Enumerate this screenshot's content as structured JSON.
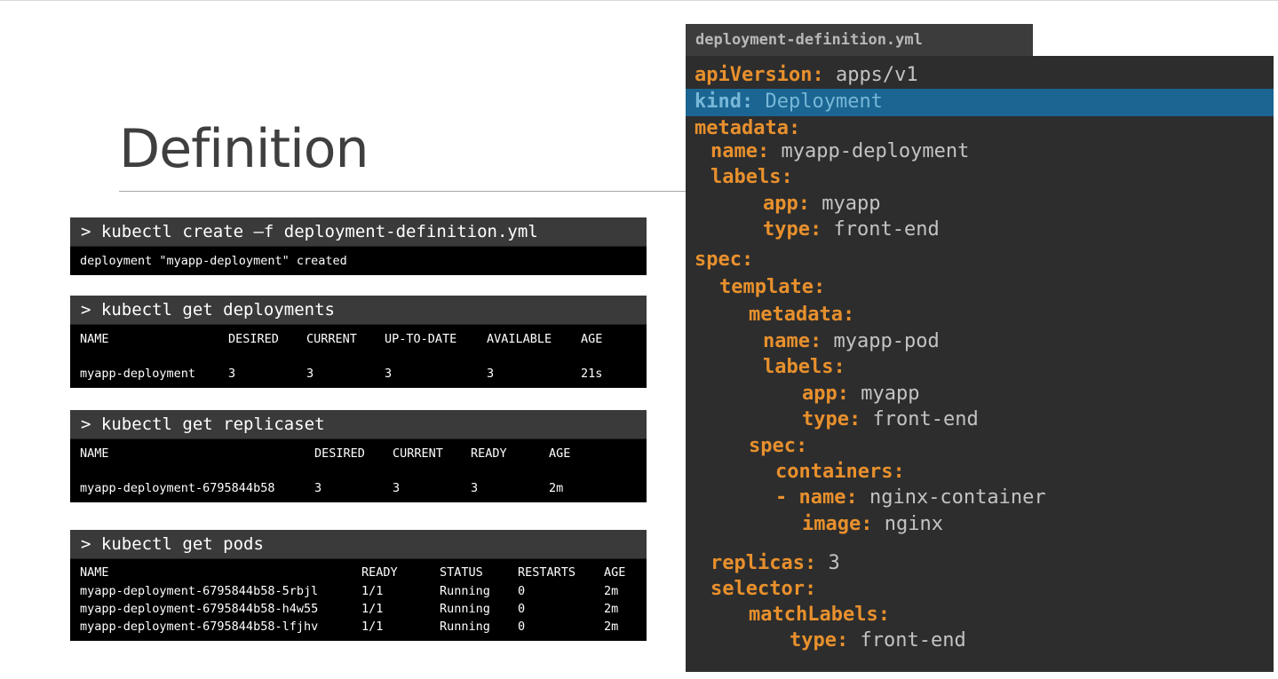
{
  "slide": {
    "title": "Definition"
  },
  "terminal_1": {
    "command": "> kubectl create –f deployment-definition.yml",
    "output": "deployment \"myapp-deployment\" created"
  },
  "terminal_2": {
    "command": "> kubectl get deployments",
    "headers": [
      "NAME",
      "DESIRED",
      "CURRENT",
      "UP-TO-DATE",
      "AVAILABLE",
      "AGE"
    ],
    "rows": [
      [
        "myapp-deployment",
        "3",
        "3",
        "3",
        "3",
        "21s"
      ]
    ]
  },
  "terminal_3": {
    "command": "> kubectl get replicaset",
    "headers": [
      "NAME",
      "DESIRED",
      "CURRENT",
      "READY",
      "AGE"
    ],
    "rows": [
      [
        "myapp-deployment-6795844b58",
        "3",
        "3",
        "3",
        "2m"
      ]
    ]
  },
  "terminal_4": {
    "command": "> kubectl get pods",
    "headers": [
      "NAME",
      "READY",
      "STATUS",
      "RESTARTS",
      "AGE"
    ],
    "rows": [
      [
        "myapp-deployment-6795844b58-5rbjl",
        "1/1",
        "Running",
        "0",
        "2m"
      ],
      [
        "myapp-deployment-6795844b58-h4w55",
        "1/1",
        "Running",
        "0",
        "2m"
      ],
      [
        "myapp-deployment-6795844b58-lfjhv",
        "1/1",
        "Running",
        "0",
        "2m"
      ]
    ]
  },
  "yaml": {
    "filename": "deployment-definition.yml",
    "lines": [
      {
        "key": "apiVersion:",
        "value": " apps/v1"
      },
      {
        "key": "kind:",
        "value": " Deployment",
        "highlighted": true
      },
      {
        "key": "metadata:",
        "value": ""
      },
      {
        "key": "name:",
        "value": " myapp-deployment"
      },
      {
        "key": "labels:",
        "value": ""
      },
      {
        "key": "app:",
        "value": " myapp"
      },
      {
        "key": "type:",
        "value": " front-end"
      },
      {
        "key": "spec:",
        "value": ""
      },
      {
        "key": "template:",
        "value": ""
      },
      {
        "key": "metadata:",
        "value": ""
      },
      {
        "key": "name:",
        "value": " myapp-pod"
      },
      {
        "key": "labels:",
        "value": ""
      },
      {
        "key": "app:",
        "value": " myapp"
      },
      {
        "key": "type:",
        "value": " front-end"
      },
      {
        "key": "spec:",
        "value": ""
      },
      {
        "key": "containers:",
        "value": ""
      },
      {
        "key": "- name:",
        "value": " nginx-container"
      },
      {
        "key": "image:",
        "value": " nginx"
      },
      {
        "key": "replicas:",
        "value": " 3"
      },
      {
        "key": "selector:",
        "value": ""
      },
      {
        "key": "matchLabels:",
        "value": ""
      },
      {
        "key": "type:",
        "value": " front-end"
      }
    ]
  }
}
